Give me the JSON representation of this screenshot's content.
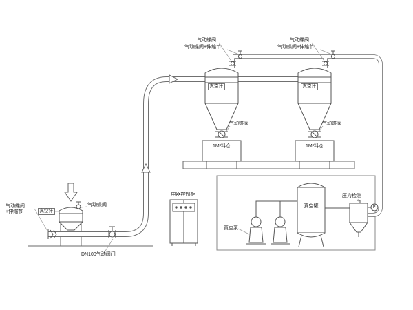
{
  "labels": {
    "feeder_valve_combo": "气动蝶阀+伸缩节",
    "feeder_vacuum_gauge": "真空计",
    "feeder_butterfly_valve": "气动蝶阀",
    "dn100_valve": "DN100气动阀门",
    "control_cabinet": "电器控制柜",
    "vacuum_pump": "真空泵",
    "vacuum_tank": "真空罐",
    "pressure_detection": "压力检测",
    "pressure_gauge_symbol": "P"
  },
  "receivers": [
    {
      "valve_top": "气动蝶阀",
      "valve_combo": "气动蝶阀+伸缩节",
      "vacuum_gauge": "真空计",
      "discharge_valve": "气动蝶阀",
      "bin": "1M³料仓"
    },
    {
      "valve_top": "气动蝶阀",
      "valve_combo": "气动蝶阀+伸缩节",
      "vacuum_gauge": "真空计",
      "discharge_valve": "气动蝶阀",
      "bin": "1M³料仓"
    }
  ]
}
